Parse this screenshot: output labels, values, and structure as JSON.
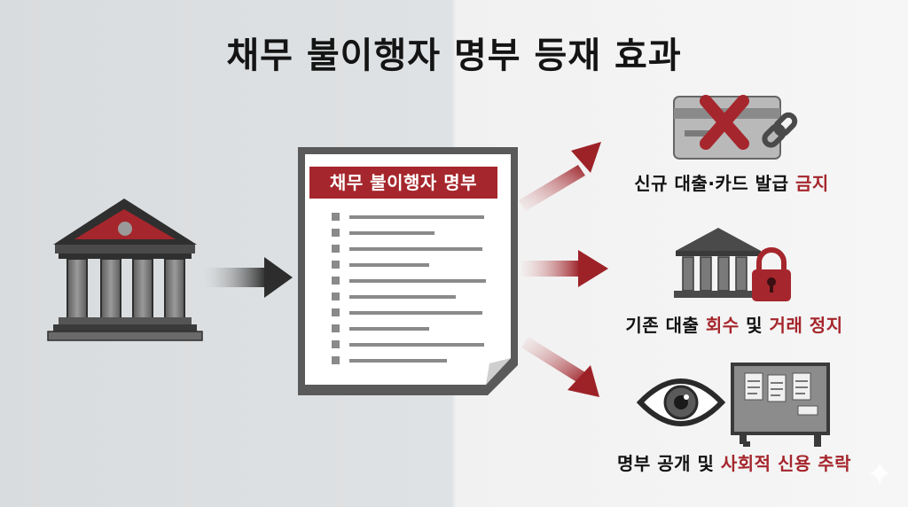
{
  "title": "채무 불이행자 명부 등재 효과",
  "document": {
    "header": "채무 불이행자 명부"
  },
  "effects": [
    {
      "normal": "신규 대출·카드 발급 ",
      "highlight": "금지",
      "icon": "credit-card-blocked-icon"
    },
    {
      "normal": "기존 대출 ",
      "highlight": "회수",
      "normal2": " 및 ",
      "highlight2": "거래 정지",
      "icon": "bank-locked-icon"
    },
    {
      "normal": "명부 공개 및 ",
      "highlight": "사회적 신용 추락",
      "icon": "eye-and-notice-board-icon"
    }
  ],
  "colors": {
    "accent": "#a5262c",
    "dark": "#2f2f2f",
    "gray": "#6b6b6b"
  }
}
